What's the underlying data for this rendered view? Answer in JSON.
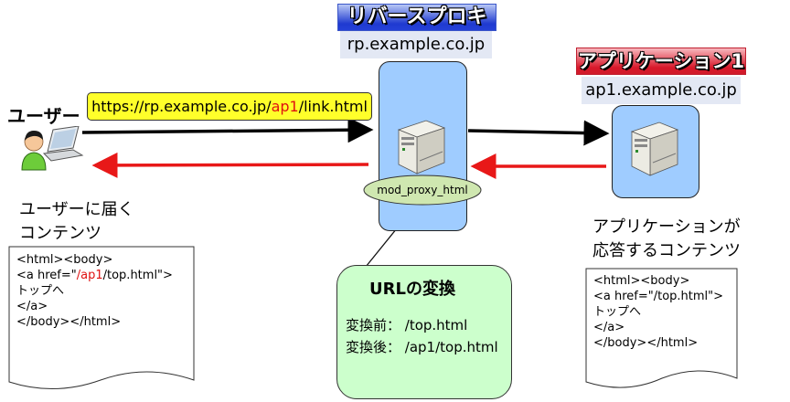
{
  "reverse_proxy": {
    "title": "リバースプロキシ",
    "host": "rp.example.co.jp"
  },
  "application": {
    "title": "アプリケーション1",
    "host": "ap1.example.co.jp"
  },
  "request_url": {
    "prefix": "https://rp.example.co.jp/",
    "highlight": "ap1",
    "suffix": "/link.html"
  },
  "user": {
    "label": "ユーザー"
  },
  "user_content": {
    "caption_line1": "ユーザーに届く",
    "caption_line2": "コンテンツ",
    "lines": [
      "<html><body>",
      "<a href=\"",
      "/ap1",
      "/top.html\">",
      "トップへ",
      "</a>",
      "</body></html>"
    ]
  },
  "app_content": {
    "caption_line1": "アプリケーションが",
    "caption_line2": "応答するコンテンツ",
    "lines": [
      "<html><body>",
      "<a href=\"/top.html\">",
      "トップへ",
      "</a>",
      "</body></html>"
    ]
  },
  "module": {
    "label": "mod_proxy_html"
  },
  "conversion": {
    "title": "URLの変換",
    "before": "変換前： /top.html",
    "after": "変換後： /ap1/top.html"
  },
  "colors": {
    "request_arrow": "#000000",
    "response_arrow": "#e81818",
    "server_panel": "#9fccff",
    "url_highlight": "#e01010",
    "conversion_box": "#ccffcc",
    "url_box": "#ffff2a"
  },
  "icons": [
    "user-at-laptop-icon",
    "server-icon"
  ]
}
